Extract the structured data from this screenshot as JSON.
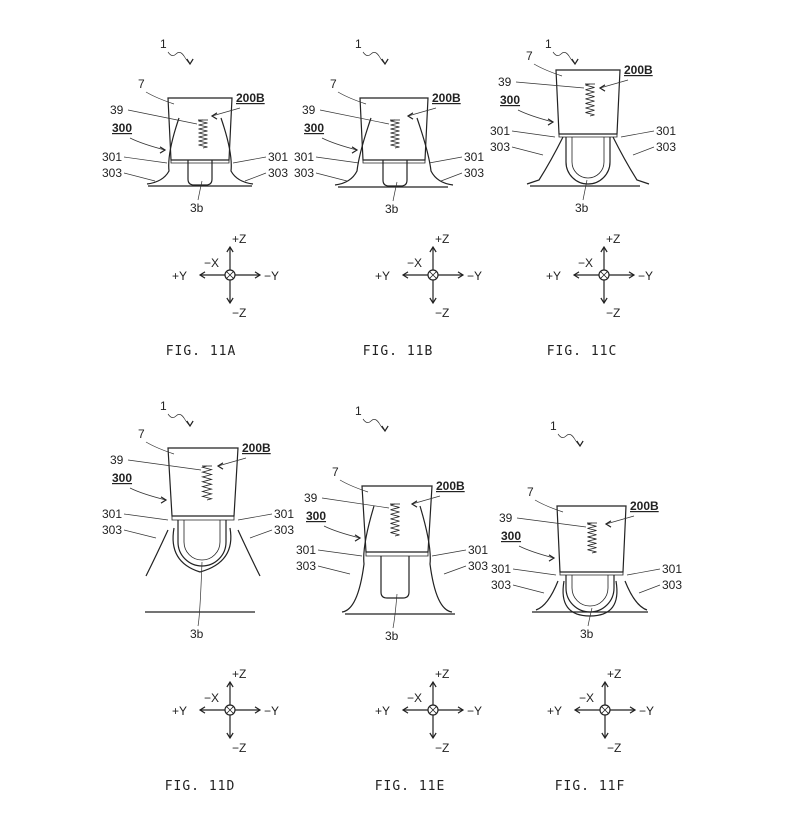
{
  "labels": {
    "device": "1",
    "cap": "7",
    "spring": "39",
    "unit": "200B",
    "retainer": "300",
    "arm": "301",
    "arm_tip": "303",
    "tip": "3b"
  },
  "axes": {
    "plus_z": "+Z",
    "minus_z": "−Z",
    "plus_y": "+Y",
    "minus_y": "−Y",
    "minus_x": "−X"
  },
  "figures": [
    {
      "caption": "FIG. 11A",
      "state": "A"
    },
    {
      "caption": "FIG. 11B",
      "state": "B"
    },
    {
      "caption": "FIG. 11C",
      "state": "C"
    },
    {
      "caption": "FIG. 11D",
      "state": "D"
    },
    {
      "caption": "FIG. 11E",
      "state": "E"
    },
    {
      "caption": "FIG. 11F",
      "state": "F"
    }
  ]
}
